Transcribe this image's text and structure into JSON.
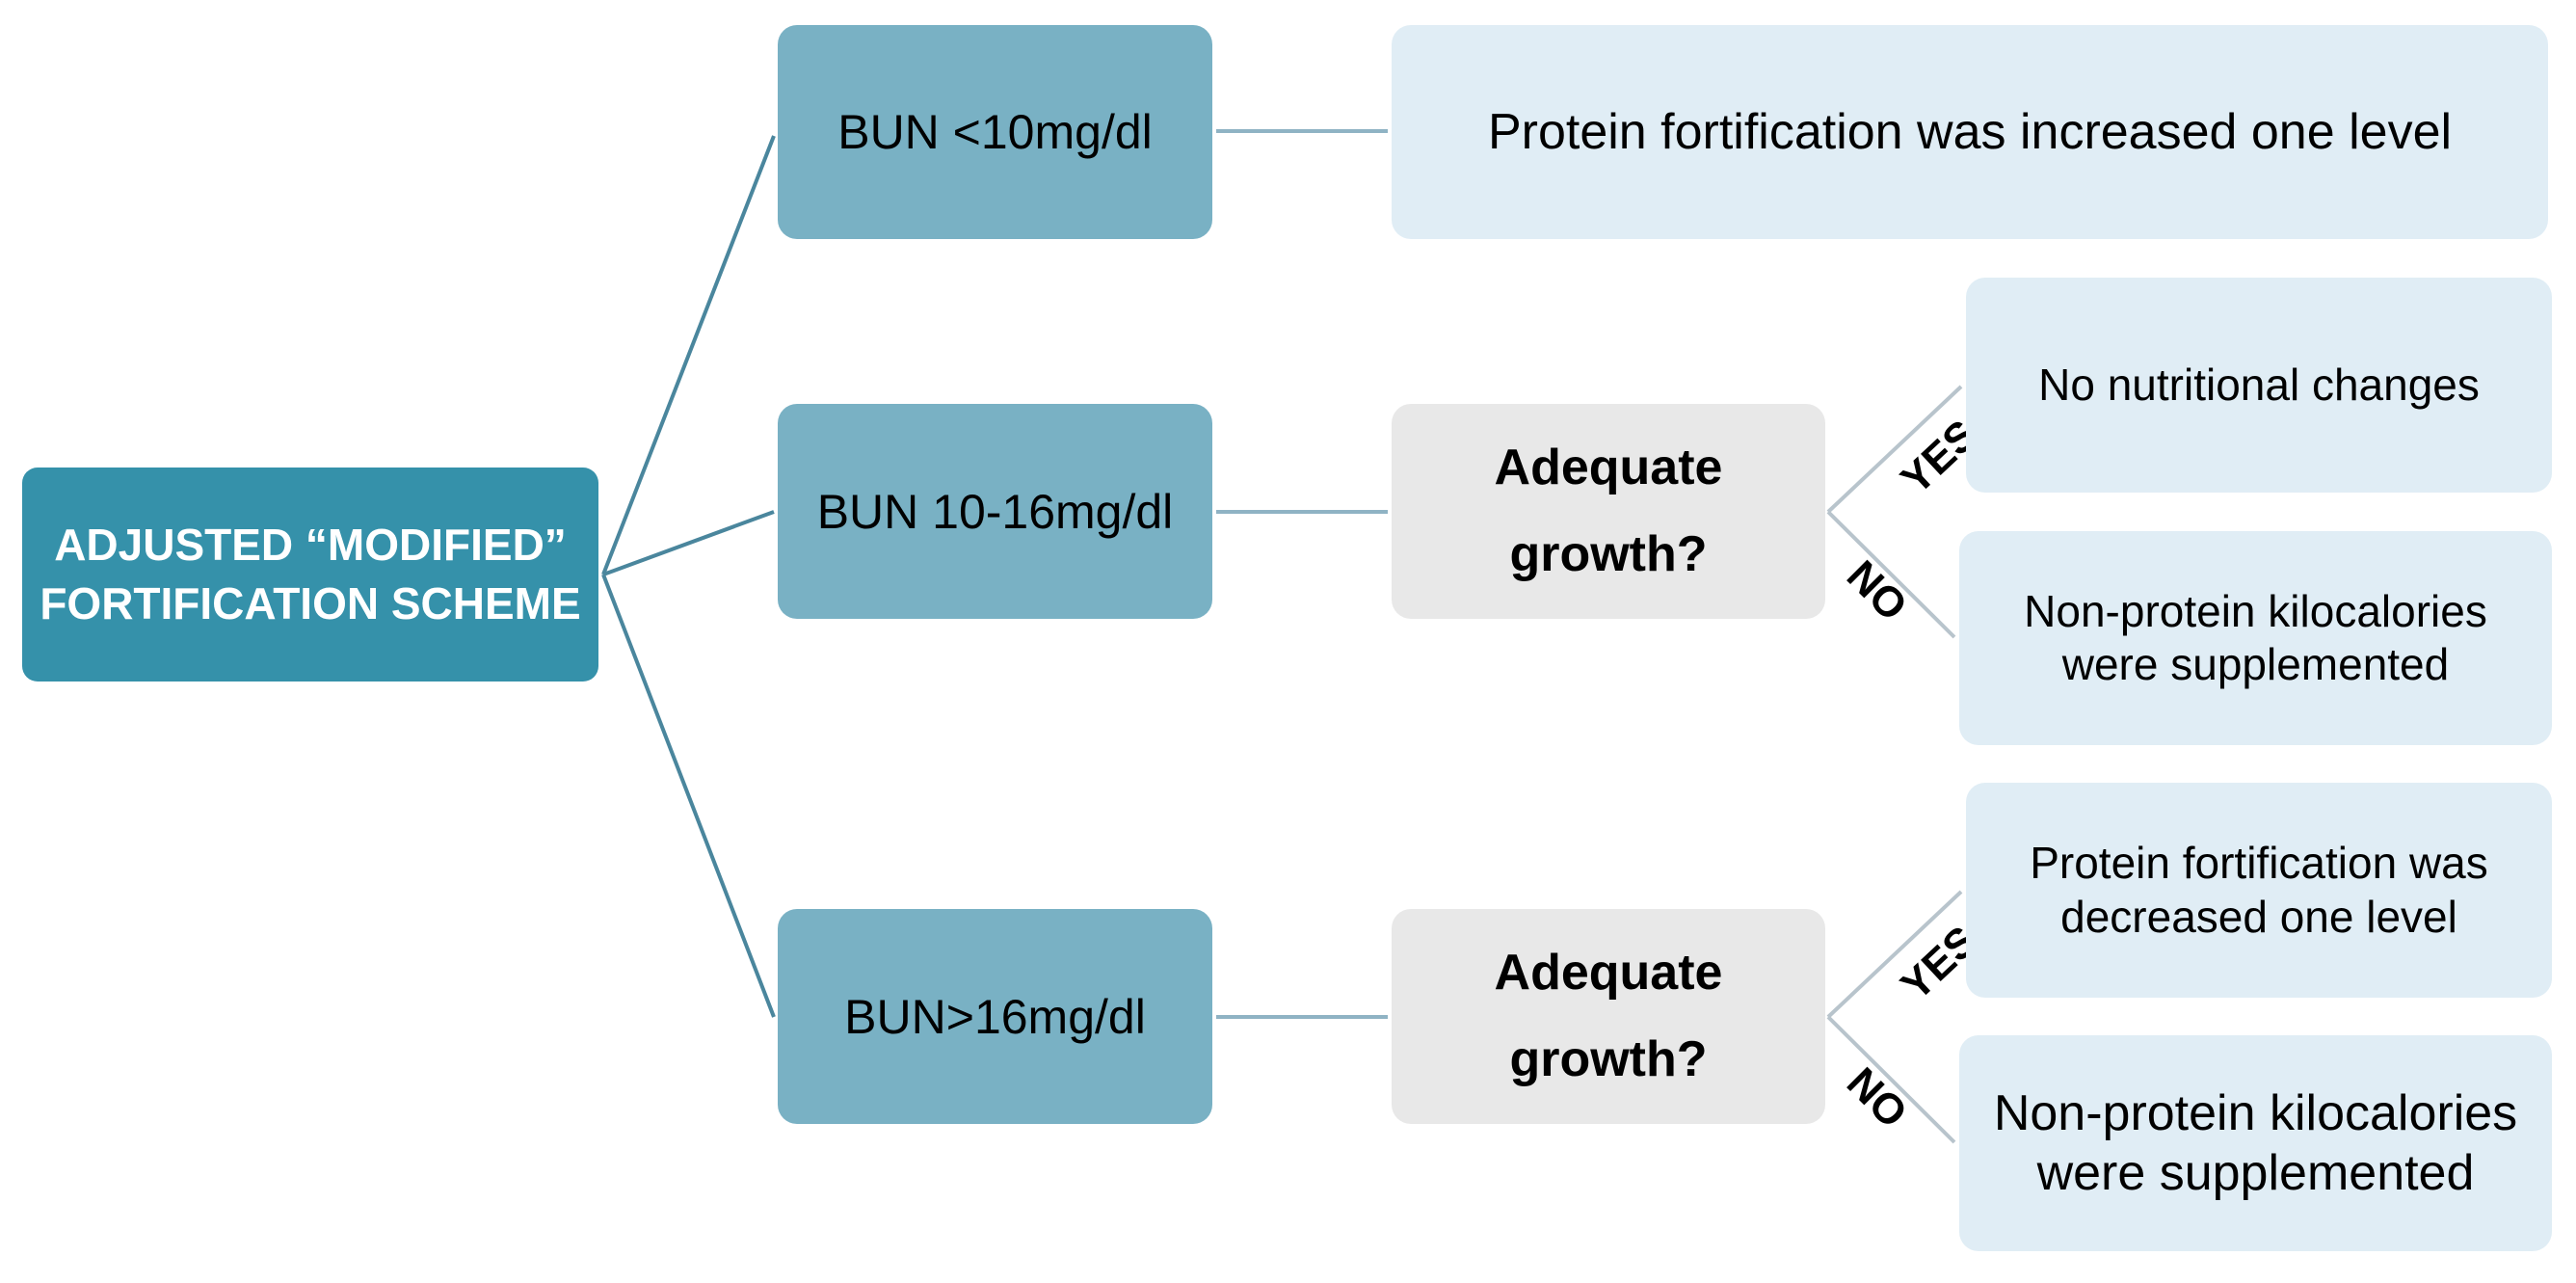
{
  "root": {
    "line1": "ADJUSTED “MODIFIED”",
    "line2": "FORTIFICATION SCHEME"
  },
  "bun_levels": [
    {
      "label": "BUN <10mg/dl"
    },
    {
      "label": "BUN 10-16mg/dl"
    },
    {
      "label": "BUN>16mg/dl"
    }
  ],
  "questions": [
    {
      "line1": "Adequate",
      "line2": "growth?"
    },
    {
      "line1": "Adequate",
      "line2": "growth?"
    }
  ],
  "outcomes": {
    "low_bun": {
      "line1": "Protein fortification was increased one level"
    },
    "mid_yes": {
      "line1": "No nutritional changes"
    },
    "mid_no": {
      "line1": "Non-protein kilocalories",
      "line2": "were supplemented"
    },
    "high_yes": {
      "line1": "Protein fortification was",
      "line2": "decreased one level"
    },
    "high_no": {
      "line1": "Non-protein kilocalories",
      "line2": "were supplemented"
    }
  },
  "branch_labels": {
    "yes": "YES",
    "no": "NO"
  },
  "colors": {
    "root_fill": "#3591AA",
    "bun_fill": "#79B1C4",
    "question_fill": "#E8E8E8",
    "outcome_fill": "#E0EDF5",
    "root_connector": "#4A869D",
    "side_connector": "#8FB3C4",
    "decision_connector": "#B8C4CC"
  }
}
